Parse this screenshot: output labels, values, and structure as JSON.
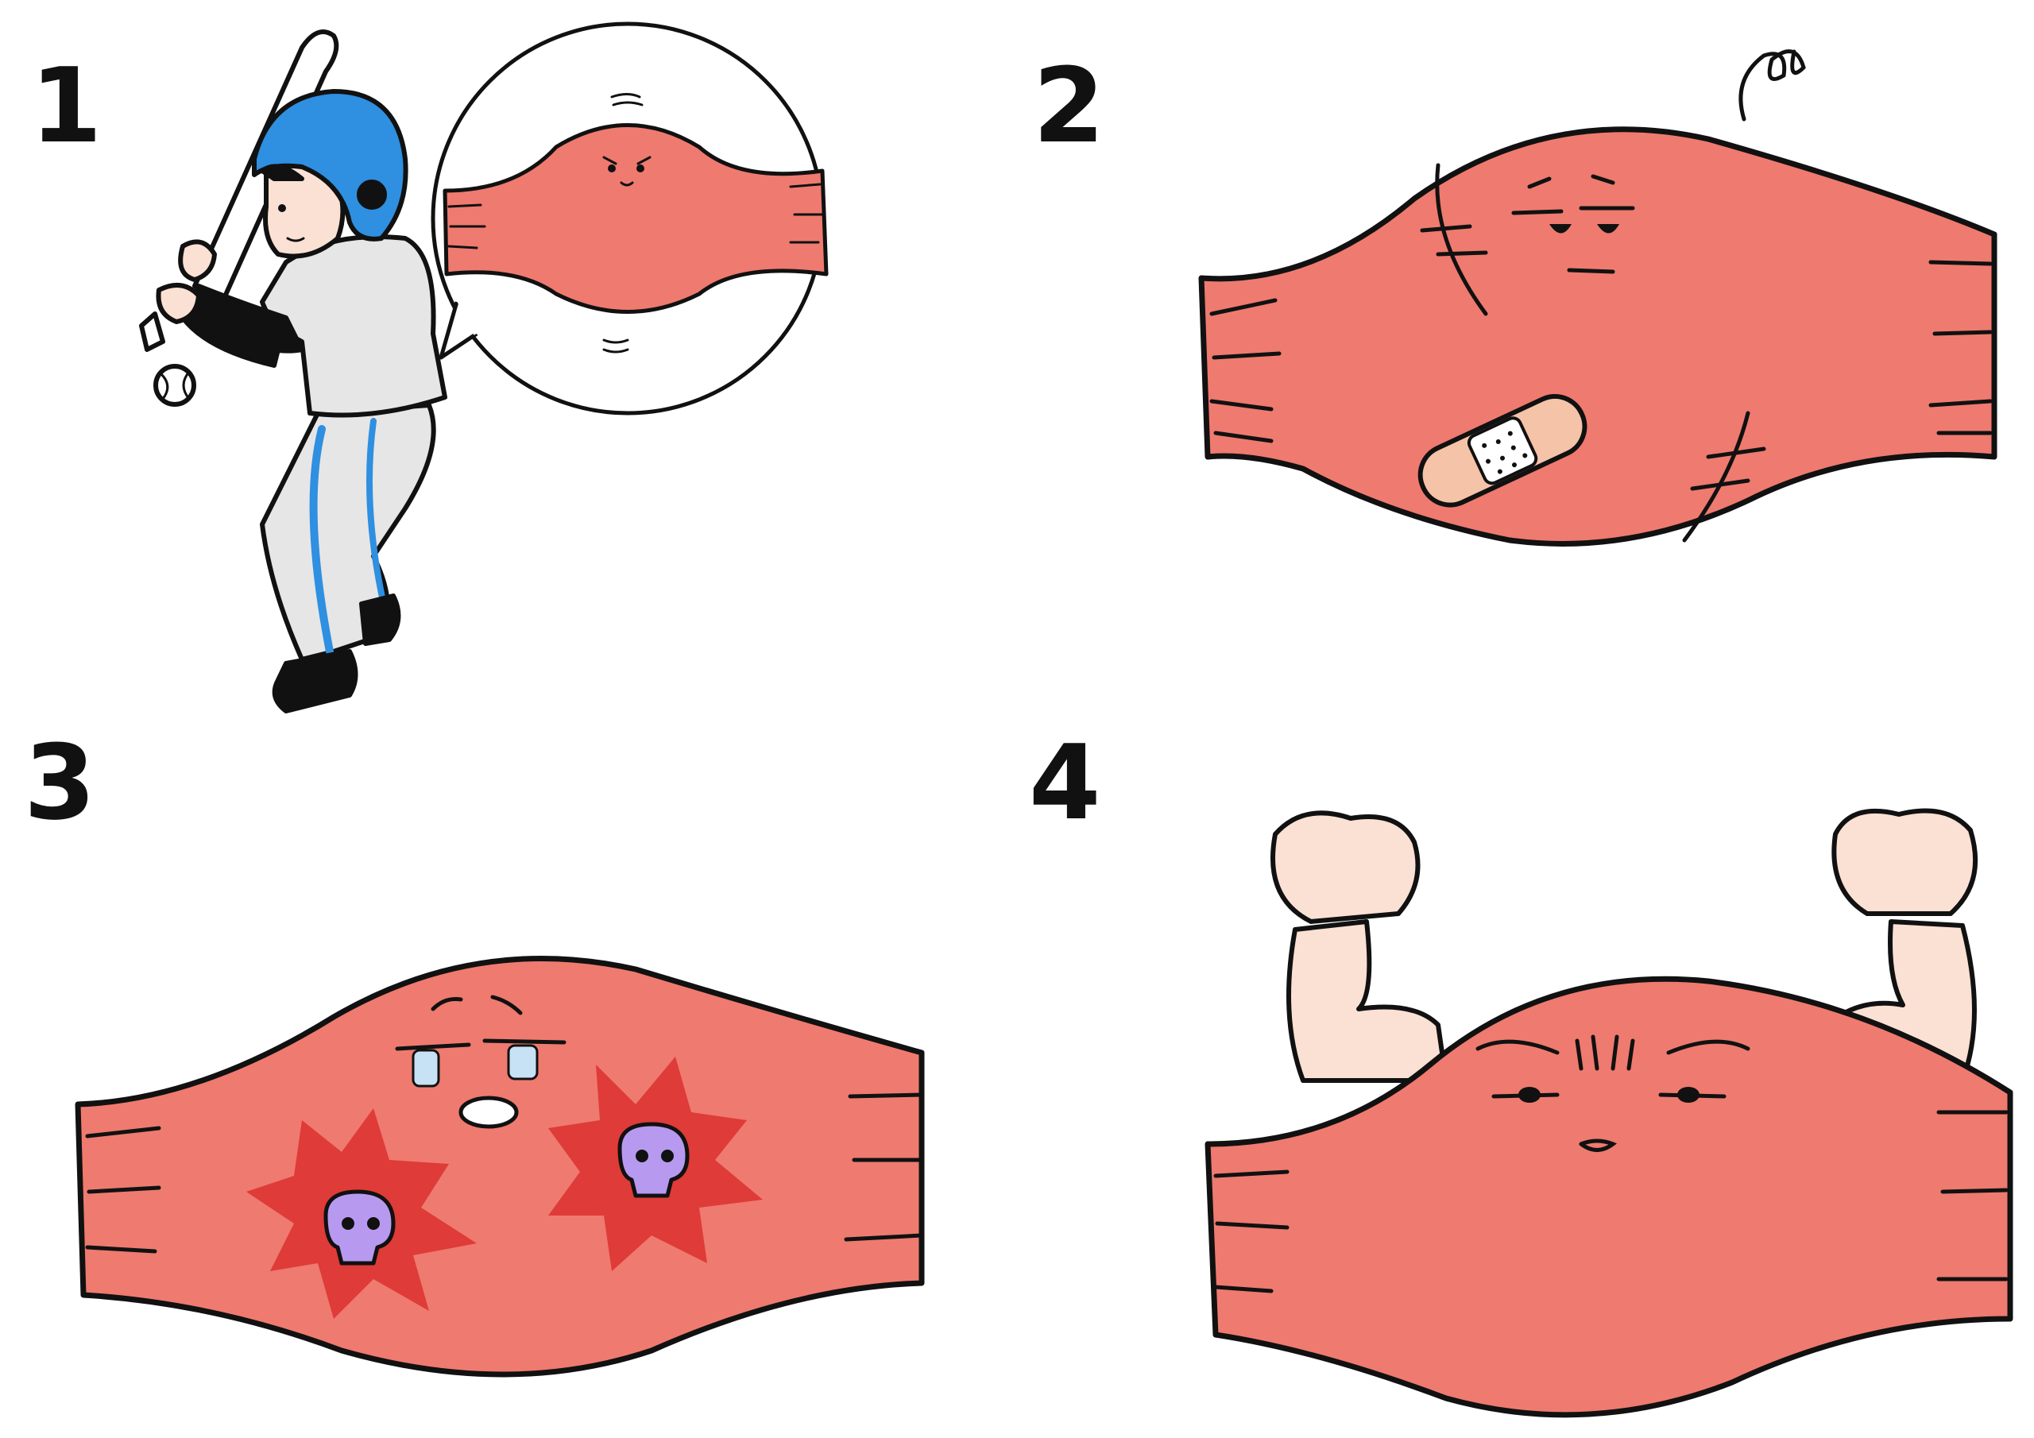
{
  "panels": [
    {
      "number": "1",
      "scene": "baseball-batter-muscle-callout"
    },
    {
      "number": "2",
      "scene": "injured-muscle"
    },
    {
      "number": "3",
      "scene": "fatigued-muscle"
    },
    {
      "number": "4",
      "scene": "strong-muscle"
    }
  ],
  "colors": {
    "muscle": "#ef7a6f",
    "muscle_stroke": "#111111",
    "skin": "#fbe0d4",
    "helmet": "#2f8fe0",
    "uniform": "#e6e6e6",
    "sore_spot": "#de3b39",
    "skull": "#b79af0",
    "bandage": "#f5c3a8",
    "stripe": "#2f8fe0"
  }
}
